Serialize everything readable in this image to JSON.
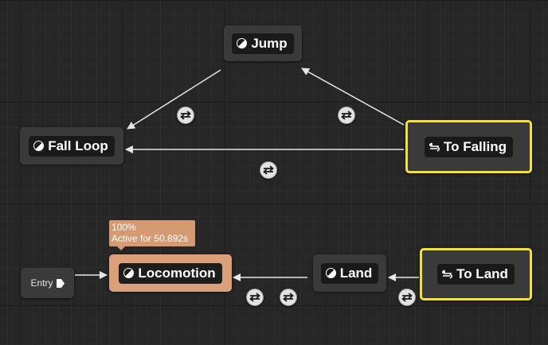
{
  "graph": {
    "entry": {
      "label": "Entry"
    },
    "states": {
      "jump": {
        "label": "Jump"
      },
      "fall_loop": {
        "label": "Fall Loop"
      },
      "locomotion": {
        "label": "Locomotion"
      },
      "land": {
        "label": "Land"
      }
    },
    "conduits": {
      "to_falling": {
        "label": "To Falling"
      },
      "to_land": {
        "label": "To Land"
      }
    },
    "debug_tooltip": {
      "weight": "100%",
      "active_text": "Active for 50.892s"
    }
  },
  "colors": {
    "background": "#262626",
    "node": "#3a3a3a",
    "node_inner": "#1a1a1a",
    "selection": "#f2e13a",
    "active_state": "#d9a07a",
    "wire": "#e6e6e6"
  },
  "icons": {
    "state": "state-half-circle-icon",
    "conduit": "conduit-arrows-icon",
    "transition_rule": "transition-rule-icon",
    "entry_pin": "exec-pin-icon"
  }
}
